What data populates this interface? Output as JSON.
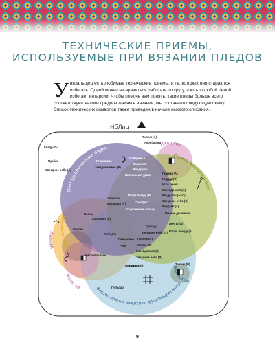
{
  "page_title": {
    "line1": "ТЕХНИЧЕСКИЕ ПРИЕМЫ,",
    "line2": "ИСПОЛЬЗУЕМЫЕ ПРИ ВЯЗАНИИ ПЛЕДОВ"
  },
  "intro": {
    "dropcap": "У",
    "text": "вязальщиц есть любимые технические приемы, и те, которых они стараются избегать. Одной может не нравиться работать по кругу, а кто-то любой ценой избегает интарсии. Чтобы помочь вам понять, какие пледы больше всего соответствуют вашим предпочтениям в вязании, мы составили следующую схему. Список технических символов также приведен в начале каждого описания."
  },
  "diagram": {
    "corner_label": "НбЛиц",
    "arcs": {
      "purple": "ОнП (укороченные ряды)",
      "green": "Сшить блоки/полосы",
      "orange": "Финальная отделка",
      "pink_left": "Интарсия",
      "pink_right": "Интарсия",
      "blue": "Фигуры, которые вяжутся по кругу снаружи внутрь",
      "dark_left": "Жаккард",
      "dark_right": "Дырявый петель"
    },
    "outside_labels": [
      "Пикник (А)",
      "Акробатика",
      "Квадраты",
      "Пуэбло",
      "Звездное небо (А)",
      "Пиксель",
      "Пульсар"
    ],
    "labels": [
      "Горизонты",
      "Звездное небо (В)",
      "Побережье",
      "Комплект",
      "Квадраты",
      "Визуальная удача",
      "Лепестки",
      "Карнавал (А)",
      "Вторя Эшеру (В)",
      "Сансфест",
      "Сцепленные кольца",
      "Волны",
      "Карнавал (В)",
      "Компас",
      "Умберто",
      "Синхронно",
      "Реки",
      "Метрополитен",
      "Гранада",
      "Звездное небо (D)",
      "Пикник (D)",
      "Ленты (В)",
      "Калейдоскоп (В)",
      "Звездное небо (В)",
      "Призма (А)",
      "Пикник (С)",
      "Игра теней",
      "Калейдоскоп (А)",
      "Квадраты (А&С)",
      "Звездное небо (С)",
      "Вердант (А)",
      "Вечное движение",
      "Ленты (А)",
      "Вторя Эшеру (А)",
      "Пикник (В)",
      "Призма (В)",
      "Зиги"
    ],
    "colors": {
      "purple": "#7c6fa8",
      "green": "#a6b84b",
      "orange": "#f3b33e",
      "pink": "#d68cc0",
      "blue": "#90bfd9",
      "title": "#3f7f86"
    }
  },
  "page_number": "9"
}
